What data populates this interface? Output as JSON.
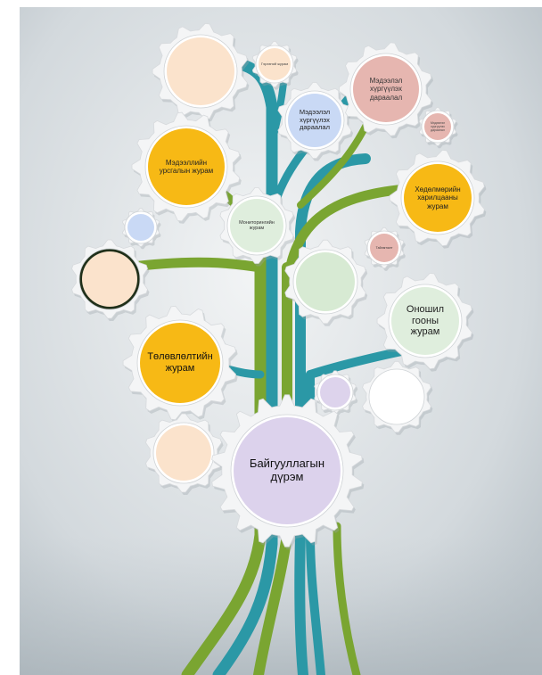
{
  "colors": {
    "background_light": "#eef1f3",
    "background_dark": "#b9c1c7",
    "branch_green": "#7aa531",
    "branch_teal": "#2b98a6",
    "gear_fill": "#f4f5f6",
    "gear_edge": "#d7dadd"
  },
  "nodes": [
    {
      "id": "top-left-peach",
      "text": "",
      "color": "#fbe3cc"
    },
    {
      "id": "small-top-peach",
      "text": "Гэрээний журам",
      "color": "#fbe3cc"
    },
    {
      "id": "medeelel-hurgeh",
      "text": "Мэдээлэл хүргүүлэх дараалал",
      "color": "#c9d9f5"
    },
    {
      "id": "medeelel-hurgeh-pink",
      "text": "Мэдээлэл хүргүүлэх дараалал",
      "color": "#e6b6b0"
    },
    {
      "id": "small-pink-right",
      "text": "Мэдээлэл хүргүүлэх дараалал",
      "color": "#e6b6b0"
    },
    {
      "id": "medeellin-ursgal",
      "text": "Мэдээллийн урсгалын журам",
      "color": "#f7b915"
    },
    {
      "id": "hodolmoriin",
      "text": "Хөдөлмөрийн харилцааны журам",
      "color": "#f7b915"
    },
    {
      "id": "small-blue-left",
      "text": "",
      "color": "#c9d9f5"
    },
    {
      "id": "monitoringiin",
      "text": "Мониторингийн журам",
      "color": "#dfeedd"
    },
    {
      "id": "small-pink-mid",
      "text": "Тайлагналт",
      "color": "#e6b6b0"
    },
    {
      "id": "left-peach-dark",
      "text": "",
      "color": "#fbe3cc"
    },
    {
      "id": "center-green",
      "text": "",
      "color": "#d7ead3"
    },
    {
      "id": "onoshil",
      "text": "Оношил гооны журам",
      "color": "#dfeedd"
    },
    {
      "id": "tolovlolt",
      "text": "Төлөвлөлтийн журам",
      "color": "#f7b915"
    },
    {
      "id": "small-lilac",
      "text": "",
      "color": "#ddd3ec"
    },
    {
      "id": "white-right",
      "text": "",
      "color": "#ffffff"
    },
    {
      "id": "bottom-left-peach",
      "text": "",
      "color": "#fbe3cc"
    },
    {
      "id": "baiguullaga",
      "text": "Байгууллагын дүрэм",
      "color": "#dcd2ec"
    }
  ]
}
